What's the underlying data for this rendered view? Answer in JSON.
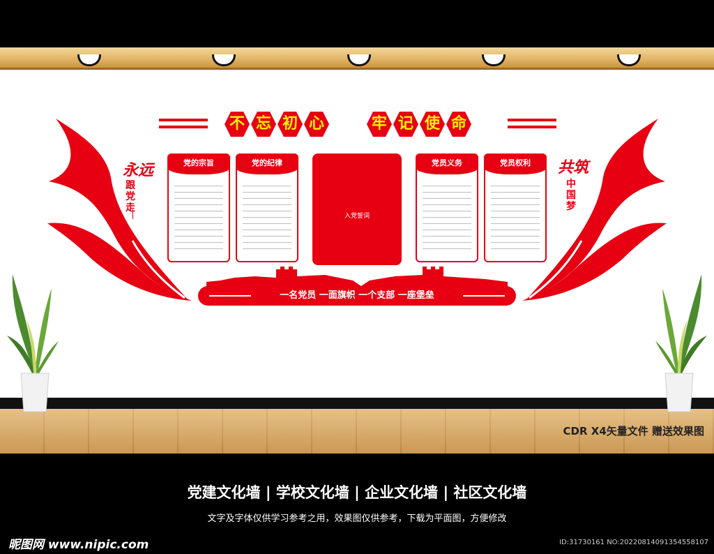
{
  "title_chars": [
    "不",
    "忘",
    "初",
    "心",
    "牢",
    "记",
    "使",
    "命"
  ],
  "boards": [
    {
      "label": "党的宗旨"
    },
    {
      "label": "党的纪律"
    },
    {
      "label": "党员义务"
    },
    {
      "label": "党员权利"
    }
  ],
  "center_panel_label": "入党誓词",
  "slogan": "一名党员  一面旗帜  一个支部  一座堡垒",
  "left_vertical": {
    "line1": "永远",
    "line2": "跟党走"
  },
  "right_vertical": {
    "line1": "共筑",
    "line2": "中国梦"
  },
  "file_note": "CDR X4矢量文件  赠送效果图",
  "categories": "党建文化墙  |  学校文化墙  |  企业文化墙  |  社区文化墙",
  "disclaimer": "文字及字体仅供学习参考之用，效果图仅供参考，下载为平面图，方便修改",
  "watermark": "昵图网 www.nipic.com",
  "image_id": "ID:31730161 NO:20220814091354558107",
  "colors": {
    "party_red": "#e60012",
    "title_yellow": "#fff200",
    "floor": "#d9a75f",
    "beam": "#e2b567"
  }
}
